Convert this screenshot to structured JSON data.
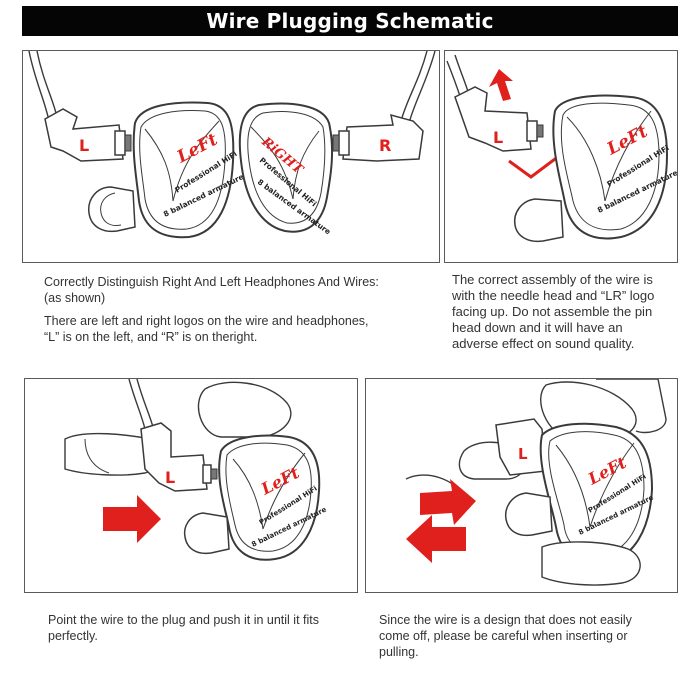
{
  "title": "Wire Plugging Schematic",
  "panel1": {
    "left_marker": "L",
    "right_marker": "R",
    "left_brand": "LeFt",
    "right_brand": "RiGHT",
    "tagline": "Professional HiFi",
    "spec": "8 balanced armature"
  },
  "panel2": {
    "marker": "L",
    "brand": "LeFt",
    "tagline": "Professional HiFi",
    "spec": "8 balanced armature"
  },
  "panel3": {
    "marker": "L",
    "brand": "LeFt",
    "tagline": "Professional HiFi",
    "spec": "8 balanced armature"
  },
  "panel4": {
    "marker": "L",
    "brand": "LeFt",
    "tagline": "Professional HiFi",
    "spec": "8 balanced armature"
  },
  "captions": {
    "c1_line1": "Correctly Distinguish Right And Left Headphones And Wires:",
    "c1_line2": "(as shown)",
    "c1_line3": "There are left and right logos on the wire and headphones,",
    "c1_line4": "“L”  is on the left, and “R”  is on theright.",
    "c2_line1": "The correct assembly of the wire is",
    "c2_line2": "with the needle head and “LR” logo",
    "c2_line3": "facing up. Do not assemble the pin",
    "c2_line4": "head down and it will have an",
    "c2_line5": "adverse effect on sound quality.",
    "c3_line1": "Point the wire to the plug and push it in until it fits",
    "c3_line2": "perfectly.",
    "c4_line1": "Since the wire is a design that does not easily",
    "c4_line2": "come off, please be careful when inserting or",
    "c4_line3": "pulling."
  },
  "colors": {
    "accent_red": "#e0201c",
    "line": "#3a3a3a",
    "frame": "#5a5a5a",
    "title_bg": "#050505"
  }
}
